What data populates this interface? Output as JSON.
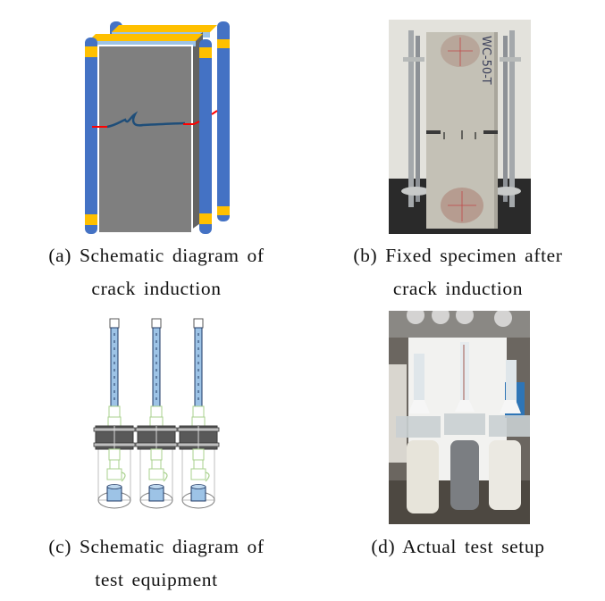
{
  "figure": {
    "panels": [
      {
        "id": "a",
        "kind": "schematic",
        "subject": "crack-induction-specimen",
        "caption_lines": [
          "(a) Schematic diagram of",
          "crack induction"
        ]
      },
      {
        "id": "b",
        "kind": "photo",
        "subject": "fixed-specimen",
        "specimen_label": "WC-50-T",
        "caption_lines": [
          "(b) Fixed specimen after",
          "crack induction"
        ]
      },
      {
        "id": "c",
        "kind": "schematic",
        "subject": "permeability-test-equipment",
        "unit_count": 3,
        "caption_lines": [
          "(c) Schematic diagram of",
          "test equipment"
        ]
      },
      {
        "id": "d",
        "kind": "photo",
        "subject": "actual-test-setup",
        "caption_lines": [
          "(d) Actual test setup"
        ]
      }
    ]
  },
  "colors": {
    "rod_blue": "#4472c4",
    "nut_yellow": "#ffc000",
    "specimen_gray": "#7f7f7f",
    "crack_blue": "#1f4e79",
    "crack_red": "#ff0000",
    "water_blue": "#9dc3e6",
    "fitting_green": "#a9d18e",
    "clamp_gray": "#595959"
  }
}
